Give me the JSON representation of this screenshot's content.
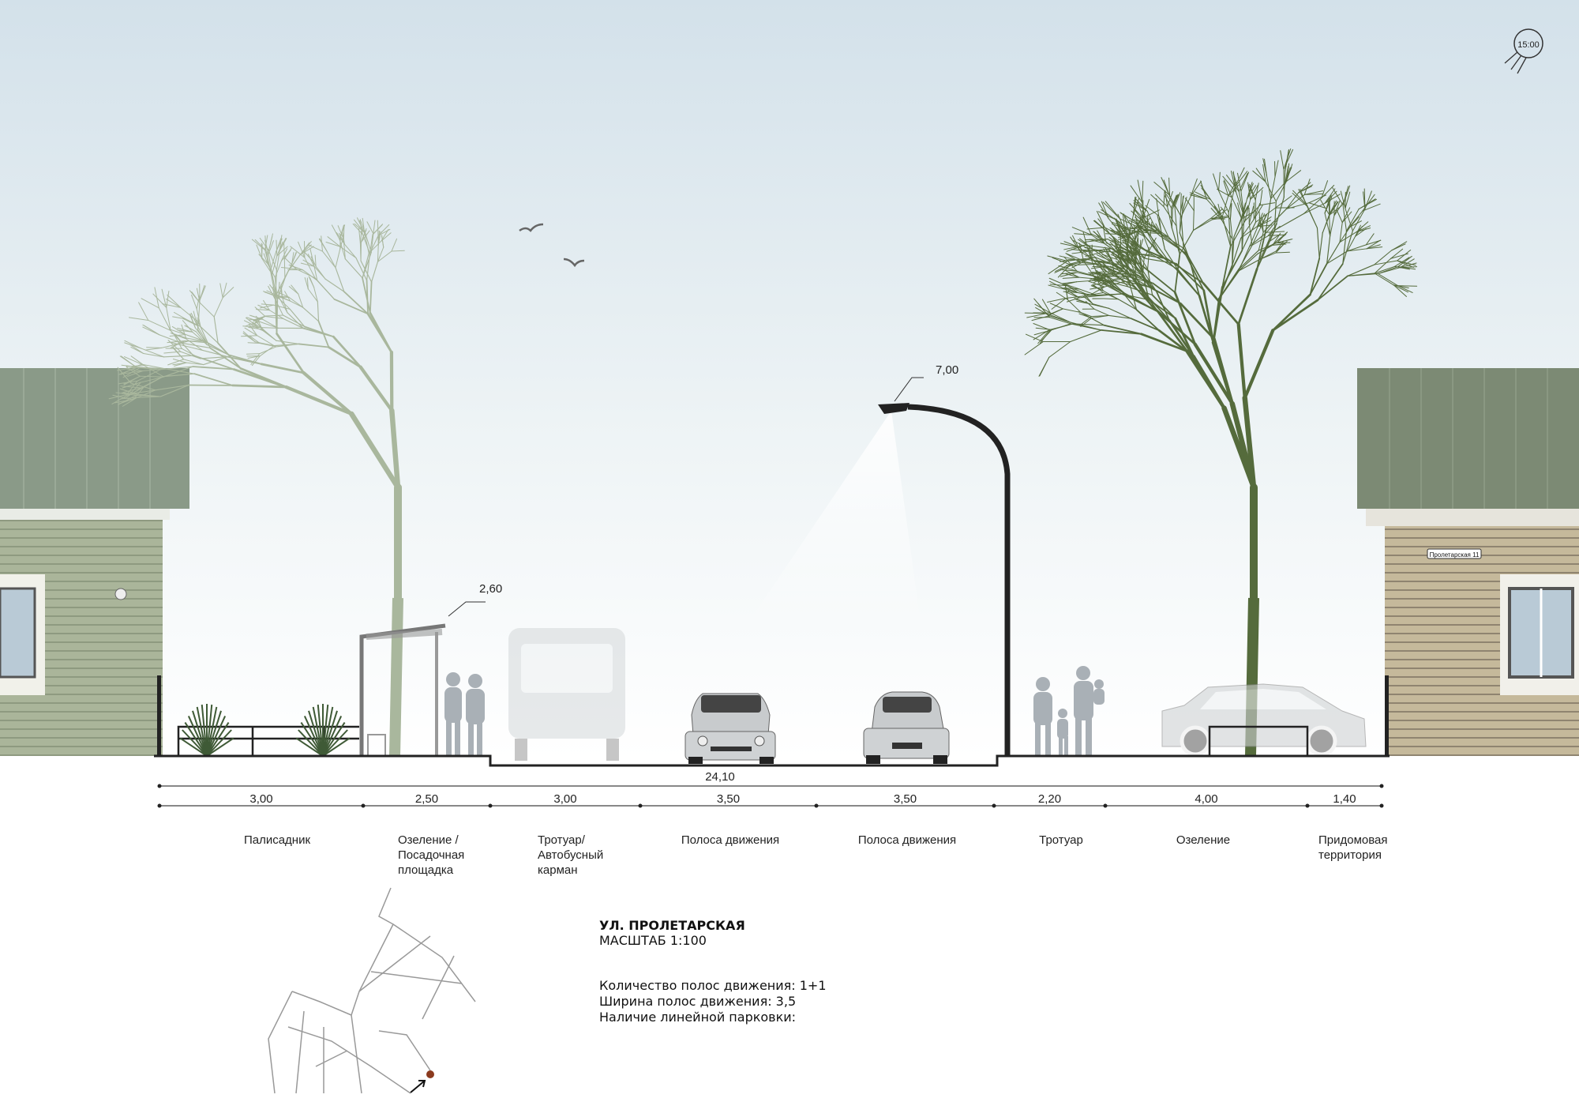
{
  "compass": {
    "time": "15:00"
  },
  "labels": {
    "shelter_height": "2,60",
    "lamp_height": "7,00",
    "house_sign": "Пролетарская 11"
  },
  "dimensions": {
    "total": "24,10",
    "segments": [
      "3,00",
      "2,50",
      "3,00",
      "3,50",
      "3,50",
      "2,20",
      "4,00",
      "1,40"
    ]
  },
  "zones": [
    [
      "Палисадник"
    ],
    [
      "Озеление /",
      "Посадочная",
      "площадка"
    ],
    [
      "Тротуар/",
      "Автобусный",
      "карман"
    ],
    [
      "Полоса движения"
    ],
    [
      "Полоса движения"
    ],
    [
      "Тротуар"
    ],
    [
      "Озеление"
    ],
    [
      "Придомовая",
      "территория"
    ]
  ],
  "info": {
    "street": "УЛ. ПРОЛЕТАРСКАЯ",
    "scale": "МАСШТАБ 1:100",
    "lanes": "Количество полос движения: 1+1",
    "lane_width": "Ширина полос движения: 3,5",
    "parking": "Наличие линейной парковки:"
  },
  "colors": {
    "sky_top": "#d3e1ea",
    "roof": "#8a9a88",
    "wall_left": "#aab59a",
    "wall_right": "#c5b99b",
    "tree_left": "#a9b79d",
    "tree_right": "#556b3c",
    "marker": "#8b3a1e"
  }
}
